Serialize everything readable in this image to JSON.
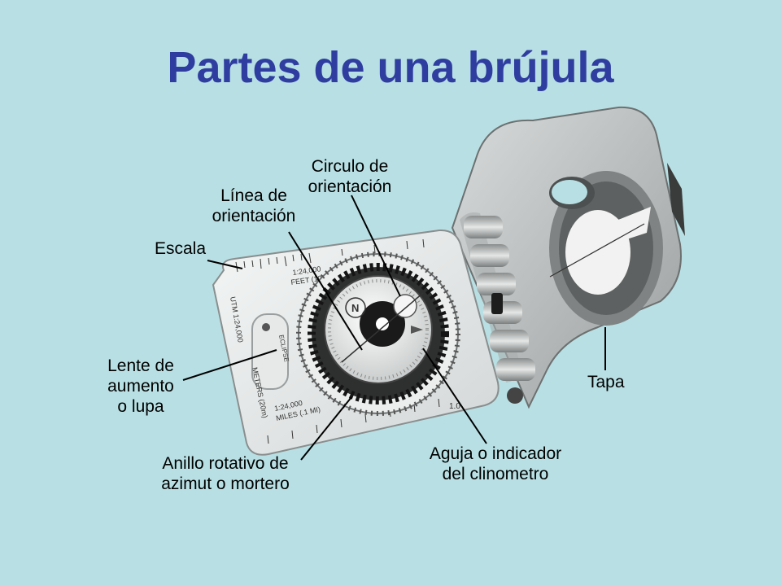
{
  "title": "Partes de una brújula",
  "labels": {
    "escala": "Escala",
    "linea": [
      "Línea de",
      "orientación"
    ],
    "circulo": [
      "Circulo de",
      "orientación"
    ],
    "lente": [
      "Lente de",
      "aumento",
      "o lupa"
    ],
    "anillo": [
      "Anillo rotativo de",
      "azimut o mortero"
    ],
    "aguja": [
      "Aguja o indicador",
      "del clinometro"
    ],
    "tapa": "Tapa"
  },
  "compass_marks": {
    "brand": "ECLIPSE",
    "ratio_top": "1:24,000",
    "feet": "FEET (100 FT)",
    "utm": "UTM 1:24,000",
    "meters": "METERS (20m)",
    "ratio_bottom": "1:24,000",
    "miles": "MILES (.1 MI)",
    "north": "N",
    "scale_end": "1.0"
  },
  "colors": {
    "background": "#b8e0e4",
    "title": "#2f3da0",
    "text": "#000000"
  }
}
